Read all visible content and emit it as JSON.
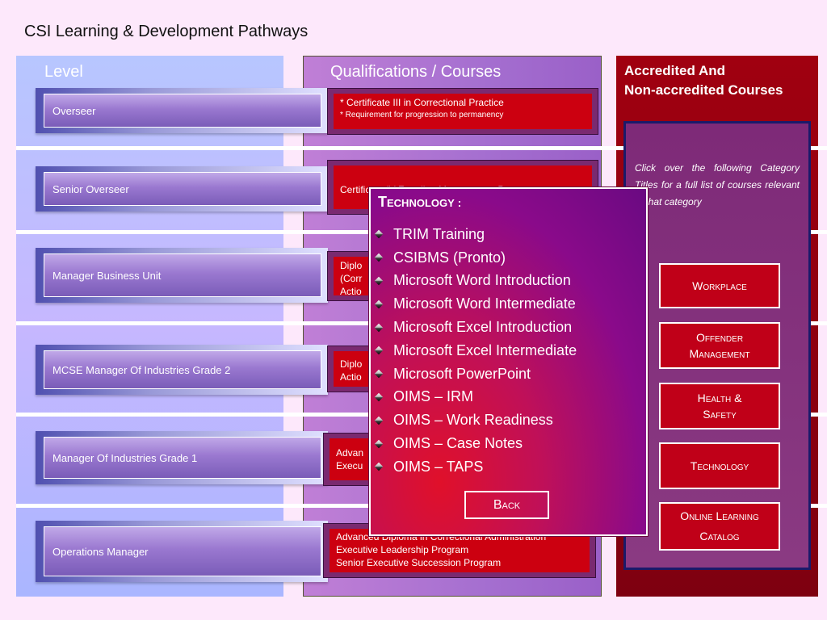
{
  "title": "CSI Learning & Development Pathways",
  "columns": {
    "level": "Level",
    "qualifications": "Qualifications / Courses",
    "accredited_line1": "Accredited And",
    "accredited_line2": "Non-accredited Courses"
  },
  "levels": [
    "Overseer",
    "Senior Overseer",
    "Manager Business Unit",
    "MCSE Manager Of Industries Grade 2",
    "Manager Of Industries Grade 1",
    "Operations Manager"
  ],
  "courses": {
    "overseer_line1": "* Certificate III in Correctional Practice",
    "overseer_line2": "* Requirement for progression to permanency",
    "senior_overseer": "Certificate IV Frontline Management Pro",
    "mbu_line1": "Diplo",
    "mbu_line2": "(Corr",
    "mbu_line3": "Actio",
    "mcse_line1": "Diplo",
    "mcse_line2": "Actio",
    "moi1_line1": "Advan",
    "moi1_line2": "Execu",
    "ops_line1": "Advanced Diploma in Correctional Administration",
    "ops_line2": "Executive Leadership Program",
    "ops_line3": "Senior Executive Succession Program"
  },
  "accredited": {
    "instructions": "Click over the following Category Titles for a full list of courses relevant to that category",
    "categories": {
      "workplace": "Workplace",
      "offender_line1": "Offender",
      "offender_line2": "Management",
      "health_line1": "Health &",
      "health_line2": "Safety",
      "technology": "Technology",
      "online_line1": "Online Learning",
      "online_line2": "Catalog"
    }
  },
  "popup": {
    "title": "Technology",
    "title_suffix": " :",
    "items": [
      "TRIM Training",
      "CSIBMS (Pronto)",
      "Microsoft Word Introduction",
      "Microsoft Word Intermediate",
      "Microsoft Excel Introduction",
      "Microsoft Excel Intermediate",
      "Microsoft PowerPoint",
      "OIMS – IRM",
      "OIMS – Work Readiness",
      "OIMS – Case Notes",
      "OIMS – TAPS"
    ],
    "back_label": "Back"
  },
  "colors": {
    "background": "#fde8fb",
    "accent_red": "#cc0010",
    "popup_purple": "#8a0a8a"
  }
}
